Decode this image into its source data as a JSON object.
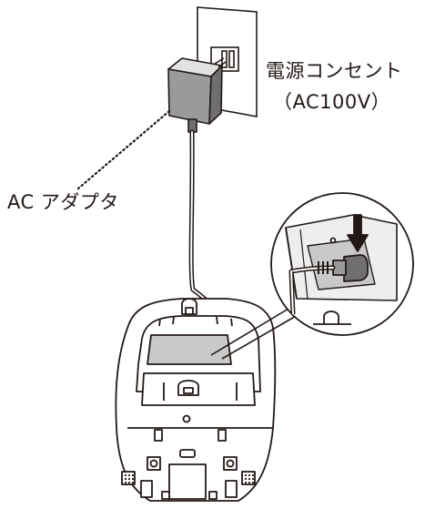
{
  "labels": {
    "outlet": "電源コンセント",
    "voltage": "（AC100V）",
    "adapter": "AC アダプタ"
  },
  "colors": {
    "line": "#231815",
    "gray_fill": "#c9c9c9",
    "light_fill": "#eeeeee",
    "dark_fill": "#6f6f6f"
  }
}
